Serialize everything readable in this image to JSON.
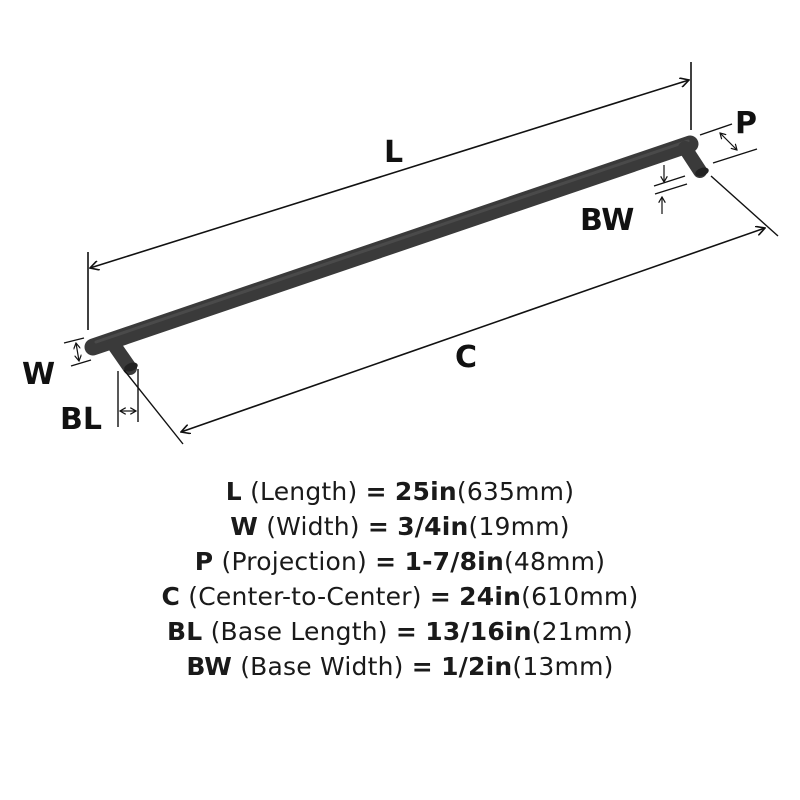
{
  "diagram": {
    "labels": {
      "L": "L",
      "W": "W",
      "P": "P",
      "BW": "BW",
      "C": "C",
      "BL": "BL"
    },
    "colors": {
      "bar": "#3a3a3a",
      "bar_highlight": "#555555",
      "lines": "#111111",
      "background": "#ffffff"
    }
  },
  "specs": [
    {
      "abbr": "L",
      "name": "(Length)",
      "eq": "=",
      "value": "25in",
      "metric": "(635mm)"
    },
    {
      "abbr": "W",
      "name": "(Width)",
      "eq": "=",
      "value": "3/4in",
      "metric": "(19mm)"
    },
    {
      "abbr": "P",
      "name": "(Projection)",
      "eq": "=",
      "value": "1-7/8in",
      "metric": "(48mm)"
    },
    {
      "abbr": "C",
      "name": "(Center-to-Center)",
      "eq": "=",
      "value": "24in",
      "metric": "(610mm)"
    },
    {
      "abbr": "BL",
      "name": "(Base Length)",
      "eq": "=",
      "value": "13/16in",
      "metric": "(21mm)"
    },
    {
      "abbr": "BW",
      "name": "(Base Width)",
      "eq": "=",
      "value": "1/2in",
      "metric": "(13mm)"
    }
  ]
}
